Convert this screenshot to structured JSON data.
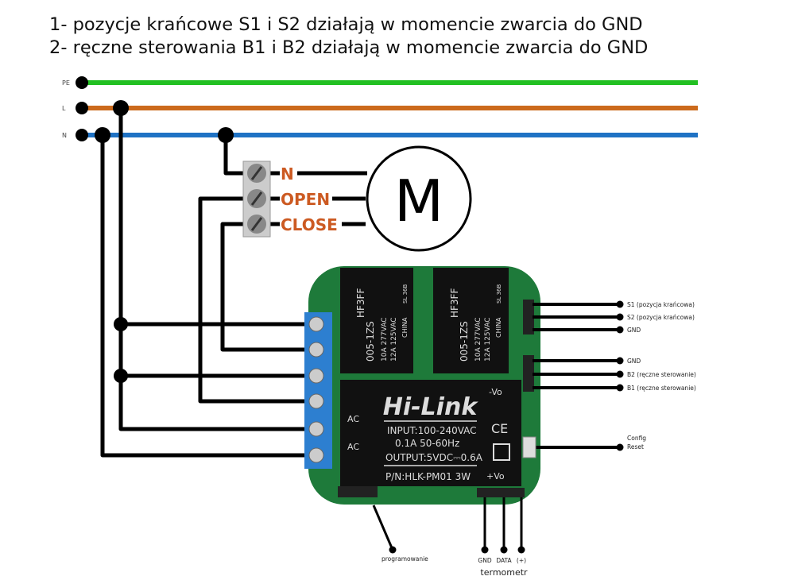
{
  "header": {
    "line1": "1- pozycje krańcowe S1 i S2 działają w momencie zwarcia do GND",
    "line2": "2- ręczne sterowania B1 i B2 działają w momencie zwarcia do GND"
  },
  "bus": {
    "pe": "PE",
    "l": "L",
    "n": "N"
  },
  "colors": {
    "pe": "#22c022",
    "l": "#cc6a1c",
    "n": "#1f72c4",
    "terminal_label": "#cc5a22",
    "pcb": "#1e7a3a",
    "terminal_block": "#2d7fd0"
  },
  "motor": {
    "symbol": "M",
    "terminals": [
      "N",
      "OPEN",
      "CLOSE"
    ]
  },
  "relay": {
    "brand": "HF3FF",
    "model": "005-1ZS",
    "rating1": "10A 277VAC",
    "rating2": "12A 125VAC",
    "origin": "CHINA",
    "code": "SL 36B"
  },
  "psu": {
    "brand": "Hi-Link",
    "ac": "AC",
    "input": "INPUT:100-240VAC",
    "freq": "0.1A 50-60Hz",
    "output": "OUTPUT:5VDC⎓0.6A",
    "pn": "P/N:HLK-PM01 3W",
    "vneg": "-Vo",
    "vpos": "+Vo",
    "ce": "CE"
  },
  "right_pins": [
    "S1 (pozycja krańcowa)",
    "S2 (pozycja krańcowa)",
    "GND",
    "GND",
    "B2 (ręczne sterowanie)",
    "B1 (ręczne sterowanie)"
  ],
  "config": {
    "line1": "Config",
    "line2": "Reset"
  },
  "programming": "programowanie",
  "thermometer": {
    "pins": [
      "GND",
      "DATA",
      "(+)"
    ],
    "label": "termometr"
  }
}
